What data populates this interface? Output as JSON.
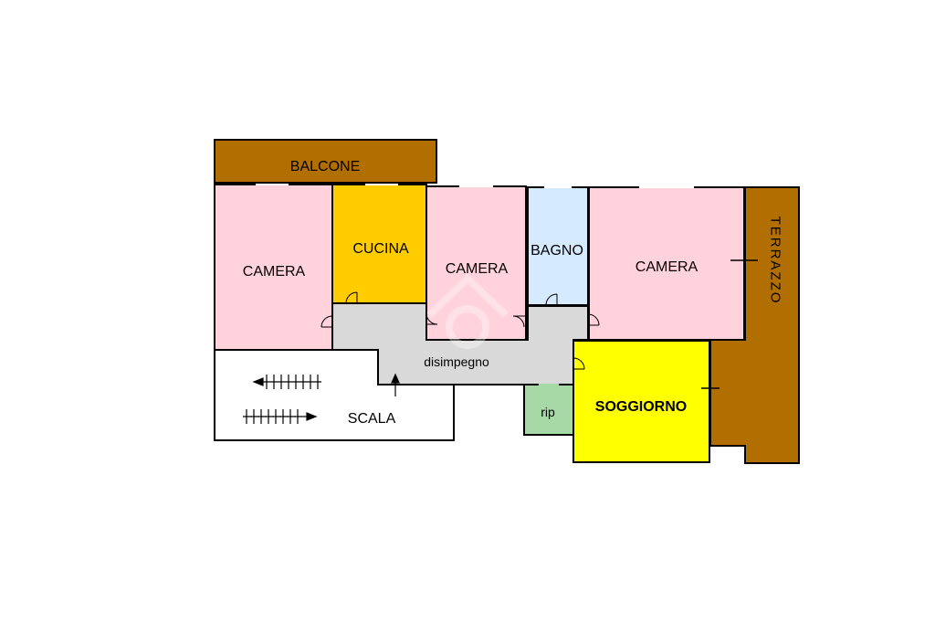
{
  "rooms": {
    "balcone": "BALCONE",
    "camera_left": "CAMERA",
    "cucina": "CUCINA",
    "camera_mid": "CAMERA",
    "bagno": "BAGNO",
    "camera_right": "CAMERA",
    "terrazzo": "TERRAZZO",
    "disimpegno": "disimpegno",
    "rip": "rip",
    "soggiorno": "SOGGIORNO",
    "scala": "SCALA"
  },
  "colors": {
    "balcone": "#b06f00",
    "camera": "#ffd2dc",
    "cucina": "#ffcc00",
    "bagno": "#d6eaff",
    "terrazzo": "#b06f00",
    "disimpegno": "#d9d9d9",
    "rip": "#a6d9a6",
    "soggiorno": "#ffff00",
    "scala": "#ffffff"
  }
}
